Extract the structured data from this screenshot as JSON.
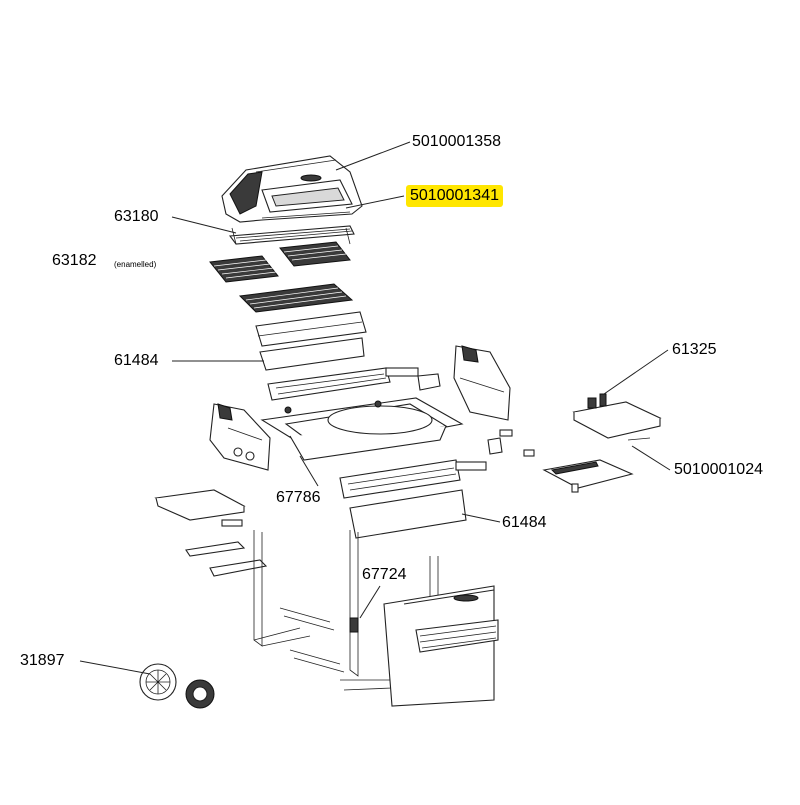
{
  "labels": {
    "p5010001358": "5010001358",
    "p5010001341": "5010001341",
    "p63180": "63180",
    "p63182": "63182",
    "p63182_note": "(enamelled)",
    "p61484_top": "61484",
    "p61325": "61325",
    "p5010001024": "5010001024",
    "p67786": "67786",
    "p61484_bottom": "61484",
    "p67724": "67724",
    "p31897": "31897"
  },
  "colors": {
    "highlight": "#ffe600",
    "line": "#222222"
  }
}
